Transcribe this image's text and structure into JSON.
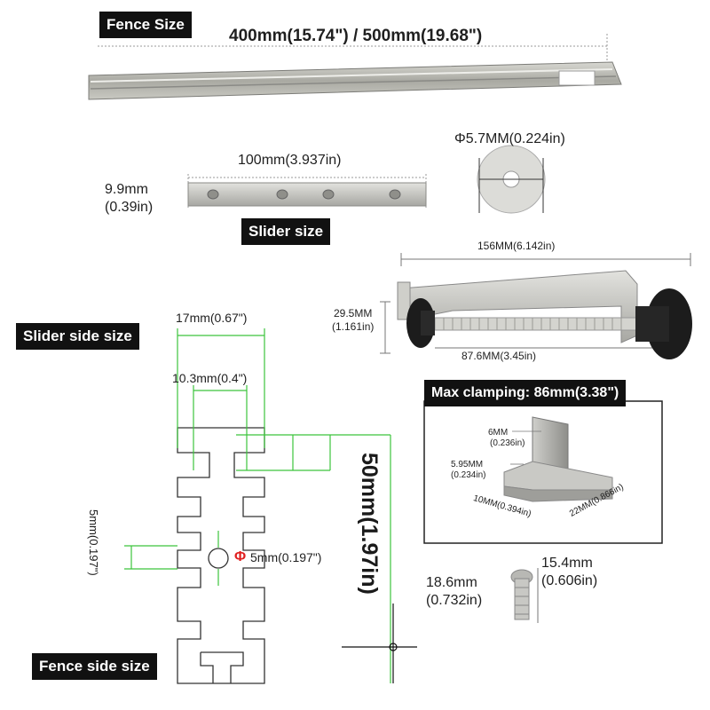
{
  "labels": {
    "fence_size": "Fence Size",
    "fence_length": "400mm(15.74\") / 500mm(19.68\")",
    "slider_length": "100mm(3.937in)",
    "slider_height_mm": "9.9mm",
    "slider_height_in": "(0.39in)",
    "slider_size": "Slider size",
    "washer": "Φ5.7MM(0.224in)",
    "clamp_width": "156MM(6.142in)",
    "clamp_height_mm": "29.5MM",
    "clamp_height_in": "(1.161in)",
    "clamp_screw": "87.6MM(3.45in)",
    "max_clamping_label": "Max clamping:",
    "max_clamping_value": "86mm(3.38\")",
    "jaw_6": "6MM",
    "jaw_6_in": "(0.236in)",
    "jaw_595": "5.95MM",
    "jaw_595_in": "(0.234in)",
    "jaw_10": "10MM(0.394in)",
    "jaw_22": "22MM(0.866in)",
    "slider_side_size": "Slider side size",
    "profile_17": "17mm(0.67\")",
    "profile_103": "10.3mm(0.4\")",
    "profile_5_left": "5mm(0.197\")",
    "profile_hole_symbol": "Φ",
    "profile_hole": "5mm(0.197\")",
    "profile_50": "50mm(1.97in)",
    "fence_side_size": "Fence side size",
    "screw_186_mm": "18.6mm",
    "screw_186_in": "(0.732in)",
    "screw_154_mm": "15.4mm",
    "screw_154_in": "(0.606in)"
  },
  "colors": {
    "dimension_green": "#3cc43c",
    "hole_symbol_red": "#e02020",
    "metal": "#b9b9b4",
    "knob": "#1c1c1c"
  }
}
